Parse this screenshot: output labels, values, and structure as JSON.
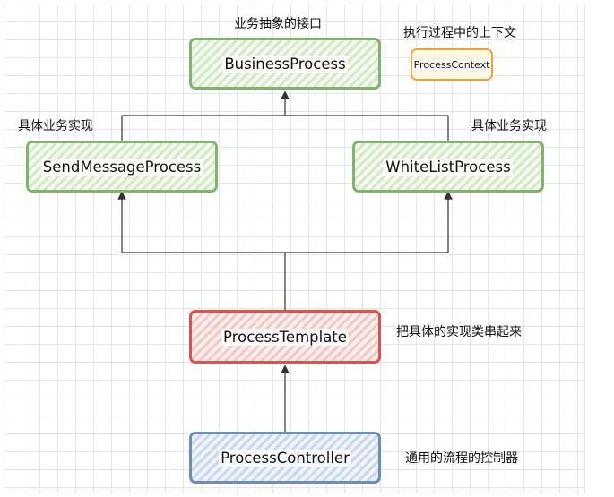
{
  "nodes": {
    "business_process": "BusinessProcess",
    "process_context": "ProcessContext",
    "send_message_process": "SendMessageProcess",
    "white_list_process": "WhiteListProcess",
    "process_template": "ProcessTemplate",
    "process_controller": "ProcessController"
  },
  "notes": {
    "business_interface": "业务抽象的接口",
    "context": "执行过程中的上下文",
    "impl_left": "具体业务实现",
    "impl_right": "具体业务实现",
    "template": "把具体的实现类串起来",
    "controller": "通用的流程的控制器"
  },
  "colors": {
    "green_border": "#84b46b",
    "red_border": "#d9534f",
    "blue_border": "#6c8ebf",
    "orange_border": "#e8a838",
    "line": "#333333"
  }
}
